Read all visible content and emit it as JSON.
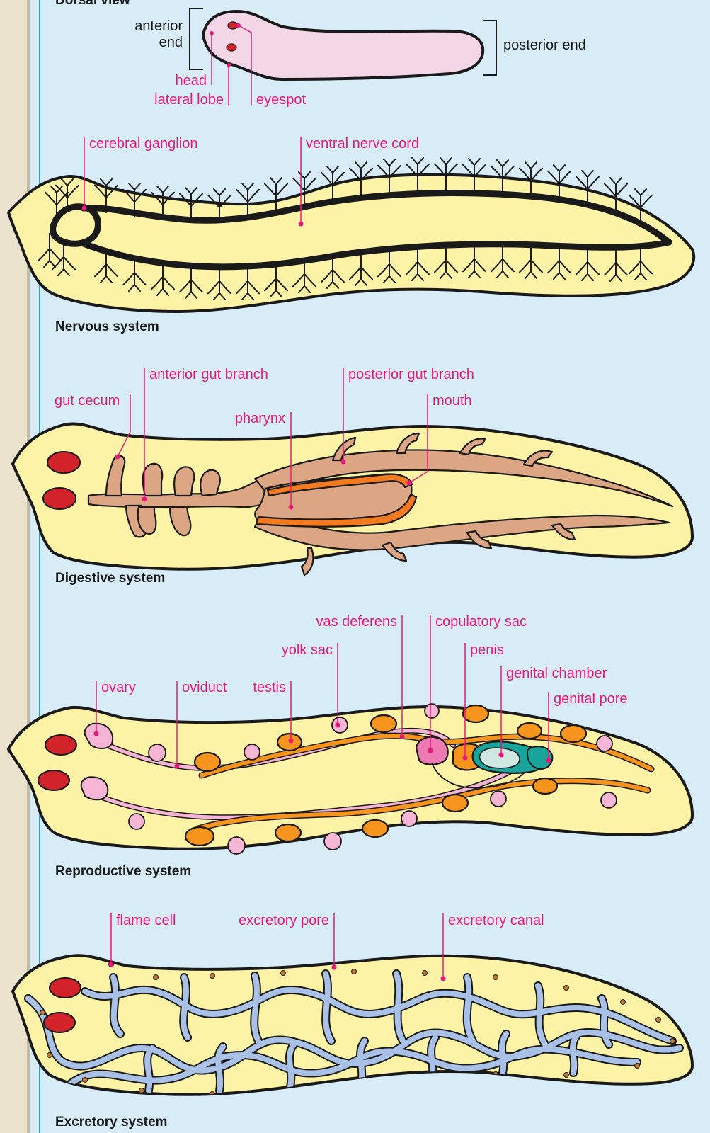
{
  "colors": {
    "background": "#d8ecf7",
    "margin_strip": "#ece3cf",
    "margin_rule": "#2b9bd6",
    "body_fill": "#fdf3a6",
    "dorsal_fill": "#f3d7e6",
    "label": "#e6197a",
    "eyespot": "#d2232a",
    "gut": "#dca685",
    "pharynx": "#f47a20",
    "reproductive_orange": "#f7941d",
    "reproductive_pink": "#f6b5d4",
    "copulatory_sac": "#ee7ab3",
    "genital_chamber": "#19a49b",
    "excretory": "#a9c1e6"
  },
  "dorsal": {
    "heading": "Dorsal view",
    "labels": {
      "anterior": "anterior",
      "end": "end",
      "posterior_end": "posterior end",
      "head": "head",
      "lateral_lobe": "lateral lobe",
      "eyespot": "eyespot"
    }
  },
  "nervous": {
    "caption": "Nervous system",
    "labels": {
      "cerebral_ganglion": "cerebral ganglion",
      "ventral_nerve_cord": "ventral nerve cord"
    }
  },
  "digestive": {
    "caption": "Digestive system",
    "labels": {
      "gut_cecum": "gut cecum",
      "anterior_gut_branch": "anterior gut branch",
      "posterior_gut_branch": "posterior gut branch",
      "pharynx": "pharynx",
      "mouth": "mouth"
    }
  },
  "reproductive": {
    "caption": "Reproductive system",
    "labels": {
      "vas_deferens": "vas deferens",
      "copulatory_sac": "copulatory sac",
      "yolk_sac": "yolk sac",
      "penis": "penis",
      "genital_chamber": "genital chamber",
      "genital_pore": "genital pore",
      "ovary": "ovary",
      "oviduct": "oviduct",
      "testis": "testis"
    }
  },
  "excretory": {
    "caption": "Excretory system",
    "labels": {
      "flame_cell": "flame cell",
      "excretory_pore": "excretory pore",
      "excretory_canal": "excretory canal"
    }
  }
}
